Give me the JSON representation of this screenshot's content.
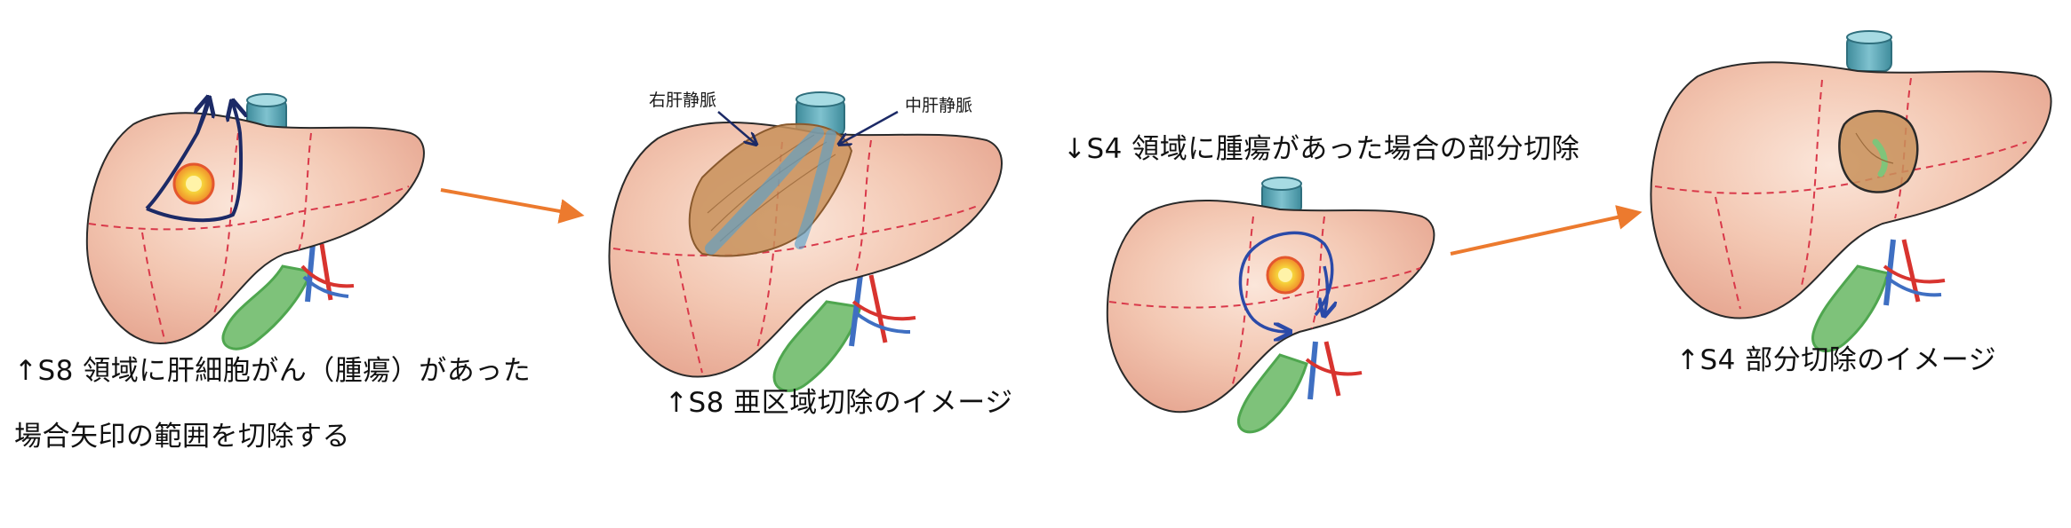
{
  "captions": {
    "s8_region_line1": "↑S8 領域に肝細胞がん（腫瘍）があった",
    "s8_region_line2": "場合矢印の範囲を切除する",
    "s8_resection": "↑S8 亜区域切除のイメージ",
    "s4_region": "↓S4 領域に腫瘍があった場合の部分切除",
    "s4_resection": "↑S4 部分切除のイメージ"
  },
  "labels": {
    "right_hepatic_vein": "右肝静脈",
    "middle_hepatic_vein": "中肝静脈"
  },
  "colors": {
    "arrow": "#ec7a2e",
    "outline": "#1c2a66",
    "liver_fill": "#f2c3ae",
    "segment_line": "#d9394a",
    "tumor_orange": "#f08a2a",
    "tumor_yellow": "#f6d23a",
    "resected_brown": "#c8915a",
    "vein_teal": "#4e9aa8",
    "gallbladder_green": "#4fa64f",
    "vessel_blue": "#3f6fc2",
    "vessel_red": "#d8342f"
  }
}
